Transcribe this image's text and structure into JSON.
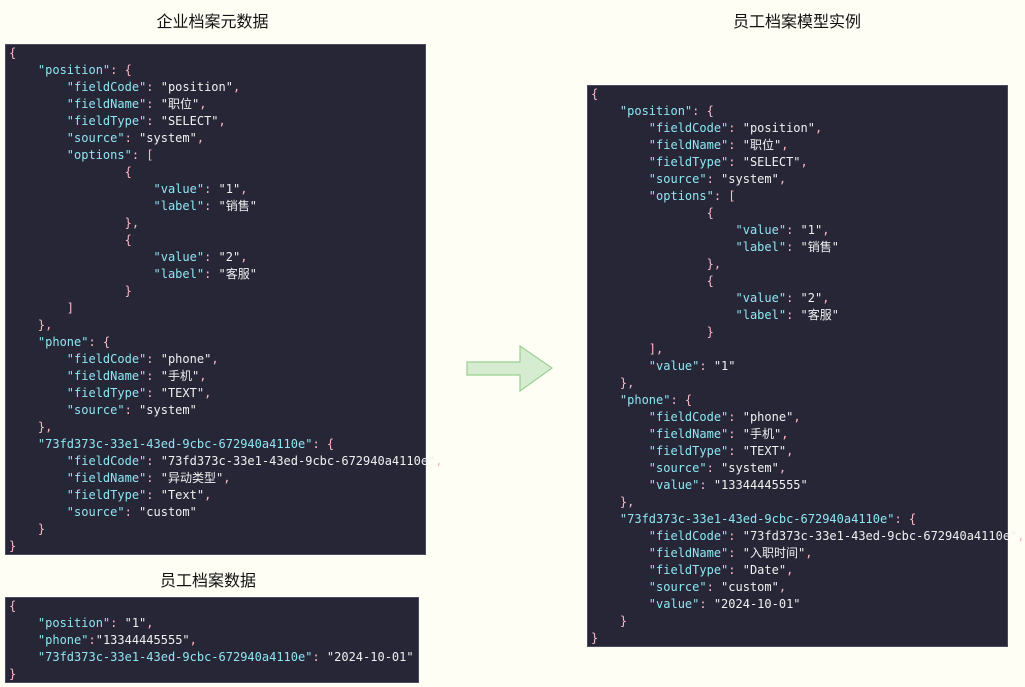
{
  "titles": {
    "metadata": "企业档案元数据",
    "employee": "员工档案数据",
    "model": "员工档案模型实例"
  },
  "panels": {
    "metadata": [
      [
        [
          "p",
          "{"
        ]
      ],
      [
        [
          "i",
          4
        ],
        [
          "k",
          "\"position\""
        ],
        [
          "p",
          ": {"
        ]
      ],
      [
        [
          "i",
          8
        ],
        [
          "k",
          "\"fieldCode\""
        ],
        [
          "p",
          ": "
        ],
        [
          "s",
          "\"position\""
        ],
        [
          "p",
          ","
        ]
      ],
      [
        [
          "i",
          8
        ],
        [
          "k",
          "\"fieldName\""
        ],
        [
          "p",
          ": "
        ],
        [
          "s",
          "\"职位\""
        ],
        [
          "p",
          ","
        ]
      ],
      [
        [
          "i",
          8
        ],
        [
          "k",
          "\"fieldType\""
        ],
        [
          "p",
          ": "
        ],
        [
          "s",
          "\"SELECT\""
        ],
        [
          "p",
          ","
        ]
      ],
      [
        [
          "i",
          8
        ],
        [
          "k",
          "\"source\""
        ],
        [
          "p",
          ": "
        ],
        [
          "s",
          "\"system\""
        ],
        [
          "p",
          ","
        ]
      ],
      [
        [
          "i",
          8
        ],
        [
          "k",
          "\"options\""
        ],
        [
          "p",
          ": ["
        ]
      ],
      [
        [
          "i",
          16
        ],
        [
          "p",
          "{"
        ]
      ],
      [
        [
          "i",
          20
        ],
        [
          "k",
          "\"value\""
        ],
        [
          "p",
          ": "
        ],
        [
          "s",
          "\"1\""
        ],
        [
          "p",
          ","
        ]
      ],
      [
        [
          "i",
          20
        ],
        [
          "k",
          "\"label\""
        ],
        [
          "p",
          ": "
        ],
        [
          "s",
          "\"销售\""
        ]
      ],
      [
        [
          "i",
          16
        ],
        [
          "p",
          "},"
        ]
      ],
      [
        [
          "i",
          16
        ],
        [
          "p",
          "{"
        ]
      ],
      [
        [
          "i",
          20
        ],
        [
          "k",
          "\"value\""
        ],
        [
          "p",
          ": "
        ],
        [
          "s",
          "\"2\""
        ],
        [
          "p",
          ","
        ]
      ],
      [
        [
          "i",
          20
        ],
        [
          "k",
          "\"label\""
        ],
        [
          "p",
          ": "
        ],
        [
          "s",
          "\"客服\""
        ]
      ],
      [
        [
          "i",
          16
        ],
        [
          "p",
          "}"
        ]
      ],
      [
        [
          "i",
          8
        ],
        [
          "p",
          "]"
        ]
      ],
      [
        [
          "i",
          4
        ],
        [
          "p",
          "},"
        ]
      ],
      [
        [
          "i",
          4
        ],
        [
          "k",
          "\"phone\""
        ],
        [
          "p",
          ": {"
        ]
      ],
      [
        [
          "i",
          8
        ],
        [
          "k",
          "\"fieldCode\""
        ],
        [
          "p",
          ": "
        ],
        [
          "s",
          "\"phone\""
        ],
        [
          "p",
          ","
        ]
      ],
      [
        [
          "i",
          8
        ],
        [
          "k",
          "\"fieldName\""
        ],
        [
          "p",
          ": "
        ],
        [
          "s",
          "\"手机\""
        ],
        [
          "p",
          ","
        ]
      ],
      [
        [
          "i",
          8
        ],
        [
          "k",
          "\"fieldType\""
        ],
        [
          "p",
          ": "
        ],
        [
          "s",
          "\"TEXT\""
        ],
        [
          "p",
          ","
        ]
      ],
      [
        [
          "i",
          8
        ],
        [
          "k",
          "\"source\""
        ],
        [
          "p",
          ": "
        ],
        [
          "s",
          "\"system\""
        ]
      ],
      [
        [
          "i",
          4
        ],
        [
          "p",
          "},"
        ]
      ],
      [
        [
          "i",
          4
        ],
        [
          "k",
          "\"73fd373c-33e1-43ed-9cbc-672940a4110e\""
        ],
        [
          "p",
          ": {"
        ]
      ],
      [
        [
          "i",
          8
        ],
        [
          "k",
          "\"fieldCode\""
        ],
        [
          "p",
          ": "
        ],
        [
          "s",
          "\"73fd373c-33e1-43ed-9cbc-672940a4110e\""
        ],
        [
          "p",
          ","
        ]
      ],
      [
        [
          "i",
          8
        ],
        [
          "k",
          "\"fieldName\""
        ],
        [
          "p",
          ": "
        ],
        [
          "s",
          "\"异动类型\""
        ],
        [
          "p",
          ","
        ]
      ],
      [
        [
          "i",
          8
        ],
        [
          "k",
          "\"fieldType\""
        ],
        [
          "p",
          ": "
        ],
        [
          "s",
          "\"Text\""
        ],
        [
          "p",
          ","
        ]
      ],
      [
        [
          "i",
          8
        ],
        [
          "k",
          "\"source\""
        ],
        [
          "p",
          ": "
        ],
        [
          "s",
          "\"custom\""
        ]
      ],
      [
        [
          "i",
          4
        ],
        [
          "p",
          "}"
        ]
      ],
      [
        [
          "p",
          "}"
        ]
      ]
    ],
    "employee": [
      [
        [
          "p",
          "{"
        ]
      ],
      [
        [
          "i",
          4
        ],
        [
          "k",
          "\"position\""
        ],
        [
          "p",
          ": "
        ],
        [
          "s",
          "\"1\""
        ],
        [
          "p",
          ","
        ]
      ],
      [
        [
          "i",
          4
        ],
        [
          "k",
          "\"phone\""
        ],
        [
          "p",
          ":"
        ],
        [
          "s",
          "\"13344445555\""
        ],
        [
          "p",
          ","
        ]
      ],
      [
        [
          "i",
          4
        ],
        [
          "k",
          "\"73fd373c-33e1-43ed-9cbc-672940a4110e\""
        ],
        [
          "p",
          ": "
        ],
        [
          "s",
          "\"2024-10-01\""
        ]
      ],
      [
        [
          "p",
          "}"
        ]
      ]
    ],
    "model": [
      [
        [
          "p",
          "{"
        ]
      ],
      [
        [
          "i",
          4
        ],
        [
          "k",
          "\"position\""
        ],
        [
          "p",
          ": {"
        ]
      ],
      [
        [
          "i",
          8
        ],
        [
          "k",
          "\"fieldCode\""
        ],
        [
          "p",
          ": "
        ],
        [
          "s",
          "\"position\""
        ],
        [
          "p",
          ","
        ]
      ],
      [
        [
          "i",
          8
        ],
        [
          "k",
          "\"fieldName\""
        ],
        [
          "p",
          ": "
        ],
        [
          "s",
          "\"职位\""
        ],
        [
          "p",
          ","
        ]
      ],
      [
        [
          "i",
          8
        ],
        [
          "k",
          "\"fieldType\""
        ],
        [
          "p",
          ": "
        ],
        [
          "s",
          "\"SELECT\""
        ],
        [
          "p",
          ","
        ]
      ],
      [
        [
          "i",
          8
        ],
        [
          "k",
          "\"source\""
        ],
        [
          "p",
          ": "
        ],
        [
          "s",
          "\"system\""
        ],
        [
          "p",
          ","
        ]
      ],
      [
        [
          "i",
          8
        ],
        [
          "k",
          "\"options\""
        ],
        [
          "p",
          ": ["
        ]
      ],
      [
        [
          "i",
          16
        ],
        [
          "p",
          "{"
        ]
      ],
      [
        [
          "i",
          20
        ],
        [
          "k",
          "\"value\""
        ],
        [
          "p",
          ": "
        ],
        [
          "s",
          "\"1\""
        ],
        [
          "p",
          ","
        ]
      ],
      [
        [
          "i",
          20
        ],
        [
          "k",
          "\"label\""
        ],
        [
          "p",
          ": "
        ],
        [
          "s",
          "\"销售\""
        ]
      ],
      [
        [
          "i",
          16
        ],
        [
          "p",
          "},"
        ]
      ],
      [
        [
          "i",
          16
        ],
        [
          "p",
          "{"
        ]
      ],
      [
        [
          "i",
          20
        ],
        [
          "k",
          "\"value\""
        ],
        [
          "p",
          ": "
        ],
        [
          "s",
          "\"2\""
        ],
        [
          "p",
          ","
        ]
      ],
      [
        [
          "i",
          20
        ],
        [
          "k",
          "\"label\""
        ],
        [
          "p",
          ": "
        ],
        [
          "s",
          "\"客服\""
        ]
      ],
      [
        [
          "i",
          16
        ],
        [
          "p",
          "}"
        ]
      ],
      [
        [
          "i",
          8
        ],
        [
          "p",
          "],"
        ]
      ],
      [
        [
          "i",
          8
        ],
        [
          "k",
          "\"value\""
        ],
        [
          "p",
          ": "
        ],
        [
          "s",
          "\"1\""
        ]
      ],
      [
        [
          "i",
          4
        ],
        [
          "p",
          "},"
        ]
      ],
      [
        [
          "i",
          4
        ],
        [
          "k",
          "\"phone\""
        ],
        [
          "p",
          ": {"
        ]
      ],
      [
        [
          "i",
          8
        ],
        [
          "k",
          "\"fieldCode\""
        ],
        [
          "p",
          ": "
        ],
        [
          "s",
          "\"phone\""
        ],
        [
          "p",
          ","
        ]
      ],
      [
        [
          "i",
          8
        ],
        [
          "k",
          "\"fieldName\""
        ],
        [
          "p",
          ": "
        ],
        [
          "s",
          "\"手机\""
        ],
        [
          "p",
          ","
        ]
      ],
      [
        [
          "i",
          8
        ],
        [
          "k",
          "\"fieldType\""
        ],
        [
          "p",
          ": "
        ],
        [
          "s",
          "\"TEXT\""
        ],
        [
          "p",
          ","
        ]
      ],
      [
        [
          "i",
          8
        ],
        [
          "k",
          "\"source\""
        ],
        [
          "p",
          ": "
        ],
        [
          "s",
          "\"system\""
        ],
        [
          "p",
          ","
        ]
      ],
      [
        [
          "i",
          8
        ],
        [
          "k",
          "\"value\""
        ],
        [
          "p",
          ": "
        ],
        [
          "s",
          "\"13344445555\""
        ]
      ],
      [
        [
          "i",
          4
        ],
        [
          "p",
          "},"
        ]
      ],
      [
        [
          "i",
          4
        ],
        [
          "k",
          "\"73fd373c-33e1-43ed-9cbc-672940a4110e\""
        ],
        [
          "p",
          ": {"
        ]
      ],
      [
        [
          "i",
          8
        ],
        [
          "k",
          "\"fieldCode\""
        ],
        [
          "p",
          ": "
        ],
        [
          "s",
          "\"73fd373c-33e1-43ed-9cbc-672940a4110e\""
        ],
        [
          "p",
          ","
        ]
      ],
      [
        [
          "i",
          8
        ],
        [
          "k",
          "\"fieldName\""
        ],
        [
          "p",
          ": "
        ],
        [
          "s",
          "\"入职时间\""
        ],
        [
          "p",
          ","
        ]
      ],
      [
        [
          "i",
          8
        ],
        [
          "k",
          "\"fieldType\""
        ],
        [
          "p",
          ": "
        ],
        [
          "s",
          "\"Date\""
        ],
        [
          "p",
          ","
        ]
      ],
      [
        [
          "i",
          8
        ],
        [
          "k",
          "\"source\""
        ],
        [
          "p",
          ": "
        ],
        [
          "s",
          "\"custom\""
        ],
        [
          "p",
          ","
        ]
      ],
      [
        [
          "i",
          8
        ],
        [
          "k",
          "\"value\""
        ],
        [
          "p",
          ": "
        ],
        [
          "s",
          "\"2024-10-01\""
        ]
      ],
      [
        [
          "i",
          4
        ],
        [
          "p",
          "}"
        ]
      ],
      [
        [
          "p",
          "}"
        ]
      ]
    ]
  },
  "colors": {
    "background": "#fefef4",
    "panel": "#262637",
    "key": "#8ee6f2",
    "punct": "#ffb7c5",
    "string": "#f0f0f0",
    "arrow_fill": "#d5ecd0",
    "arrow_stroke": "#9ccf93"
  },
  "icons": {
    "arrow": "right-arrow-icon"
  }
}
